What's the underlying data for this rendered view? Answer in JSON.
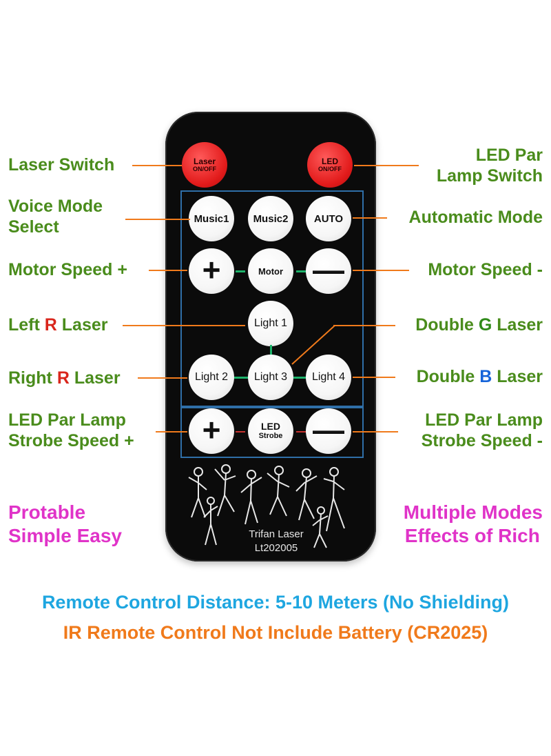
{
  "remote": {
    "buttons": {
      "laser": {
        "main": "Laser",
        "sub": "ON/OFF"
      },
      "led": {
        "main": "LED",
        "sub": "ON/OFF"
      },
      "music1": "Music1",
      "music2": "Music2",
      "auto": "AUTO",
      "motor_plus": "+",
      "motor": "Motor",
      "motor_minus": "—",
      "light1": "Light 1",
      "light2": "Light 2",
      "light3": "Light 3",
      "light4": "Light 4",
      "strobe_plus": "+",
      "led_strobe": {
        "main": "LED",
        "sub": "Strobe"
      },
      "strobe_minus": "—"
    },
    "brand": {
      "line1": "Trifan Laser",
      "line2": "Lt202005"
    }
  },
  "labels": {
    "laser_switch": "Laser Switch",
    "led_par_lamp_switch": {
      "line1": "LED Par",
      "line2": "Lamp Switch"
    },
    "voice_mode_select": {
      "line1": "Voice Mode",
      "line2": "Select"
    },
    "automatic_mode": "Automatic Mode",
    "motor_speed_plus": "Motor Speed +",
    "motor_speed_minus": "Motor Speed -",
    "left_r_laser": {
      "pre": "Left ",
      "letter": "R",
      "post": " Laser"
    },
    "double_g_laser": {
      "pre": "Double ",
      "letter": "G",
      "post": " Laser"
    },
    "right_r_laser": {
      "pre": "Right ",
      "letter": "R",
      "post": " Laser"
    },
    "double_b_laser": {
      "pre": "Double ",
      "letter": "B",
      "post": " Laser"
    },
    "strobe_plus": {
      "line1": "LED Par Lamp",
      "line2": "Strobe Speed +"
    },
    "strobe_minus": {
      "line1": "LED Par Lamp",
      "line2": "Strobe Speed -"
    },
    "protable": {
      "line1": "Protable",
      "line2": "Simple Easy"
    },
    "multiple_modes": {
      "line1": "Multiple Modes",
      "line2": "Effects of Rich"
    }
  },
  "footer": {
    "distance": "Remote Control Distance: 5-10 Meters (No Shielding)",
    "battery": "IR Remote Control Not Include Battery (CR2025)"
  },
  "colors": {
    "label_green": "#4a8c1c",
    "leader_orange": "#f07a1b",
    "magenta": "#e033c8",
    "footer_blue": "#1ea6e0",
    "button_red": "#e21b1b",
    "panel_blue": "#2f6fa8"
  }
}
